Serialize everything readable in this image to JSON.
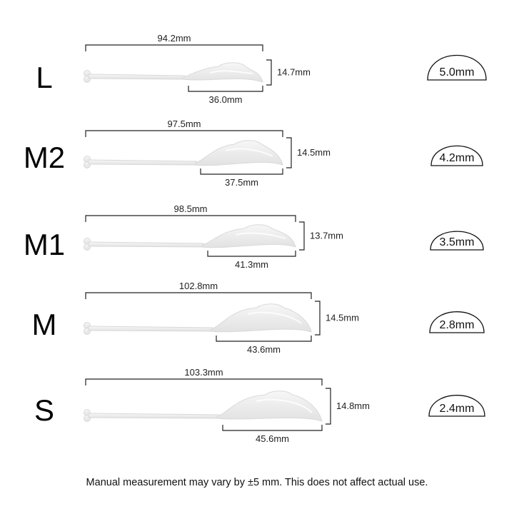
{
  "rows": [
    {
      "size": "L",
      "length": "94.2mm",
      "pad_width": "36.0mm",
      "height": "14.7mm",
      "curl": "5.0mm"
    },
    {
      "size": "M2",
      "length": "97.5mm",
      "pad_width": "37.5mm",
      "height": "14.5mm",
      "curl": "4.2mm"
    },
    {
      "size": "M1",
      "length": "98.5mm",
      "pad_width": "41.3mm",
      "height": "13.7mm",
      "curl": "3.5mm"
    },
    {
      "size": "M",
      "length": "102.8mm",
      "pad_width": "43.6mm",
      "height": "14.5mm",
      "curl": "2.8mm"
    },
    {
      "size": "S",
      "length": "103.3mm",
      "pad_width": "45.6mm",
      "height": "14.8mm",
      "curl": "2.4mm"
    }
  ],
  "footnote": "Manual measurement may vary by ±5 mm. This does not affect actual use."
}
